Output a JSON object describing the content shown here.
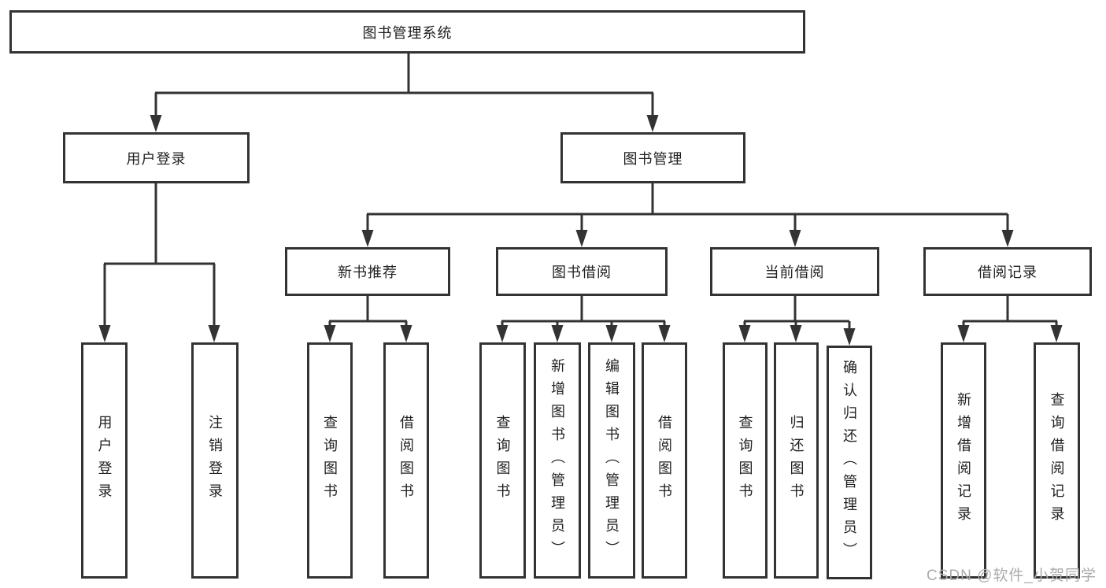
{
  "diagram": {
    "title": "图书管理系统",
    "colors": {
      "line": "#333333",
      "node_border": "#333333",
      "node_text": "#1f1f1f",
      "watermark_text": "#ababab",
      "background": "#ffffff"
    },
    "nodes": {
      "root": "图书管理系统",
      "user_login": "用户登录",
      "book_mgmt": "图书管理",
      "new_book_rec": "新书推荐",
      "book_borrow": "图书借阅",
      "current_borrow": "当前借阅",
      "borrow_record": "借阅记录",
      "leaf_user_login": "用户登录",
      "leaf_logout": "注销登录",
      "leaf_rec_query": "查询图书",
      "leaf_rec_borrow": "借阅图书",
      "leaf_bb_query": "查询图书",
      "leaf_bb_add": "新增图书（管理员）",
      "leaf_bb_edit": "编辑图书（管理员）",
      "leaf_bb_borrow": "借阅图书",
      "leaf_cb_query": "查询图书",
      "leaf_cb_return": "归还图书",
      "leaf_cb_confirm": "确认归还（管理员）",
      "leaf_br_add": "新增借阅记录",
      "leaf_br_query": "查询借阅记录"
    },
    "hierarchy": {
      "图书管理系统": {
        "用户登录": [
          "用户登录",
          "注销登录"
        ],
        "图书管理": {
          "新书推荐": [
            "查询图书",
            "借阅图书"
          ],
          "图书借阅": [
            "查询图书",
            "新增图书（管理员）",
            "编辑图书（管理员）",
            "借阅图书"
          ],
          "当前借阅": [
            "查询图书",
            "归还图书",
            "确认归还（管理员）"
          ],
          "借阅记录": [
            "新增借阅记录",
            "查询借阅记录"
          ]
        }
      }
    }
  },
  "watermark": "CSDN @软件_小贺同学"
}
